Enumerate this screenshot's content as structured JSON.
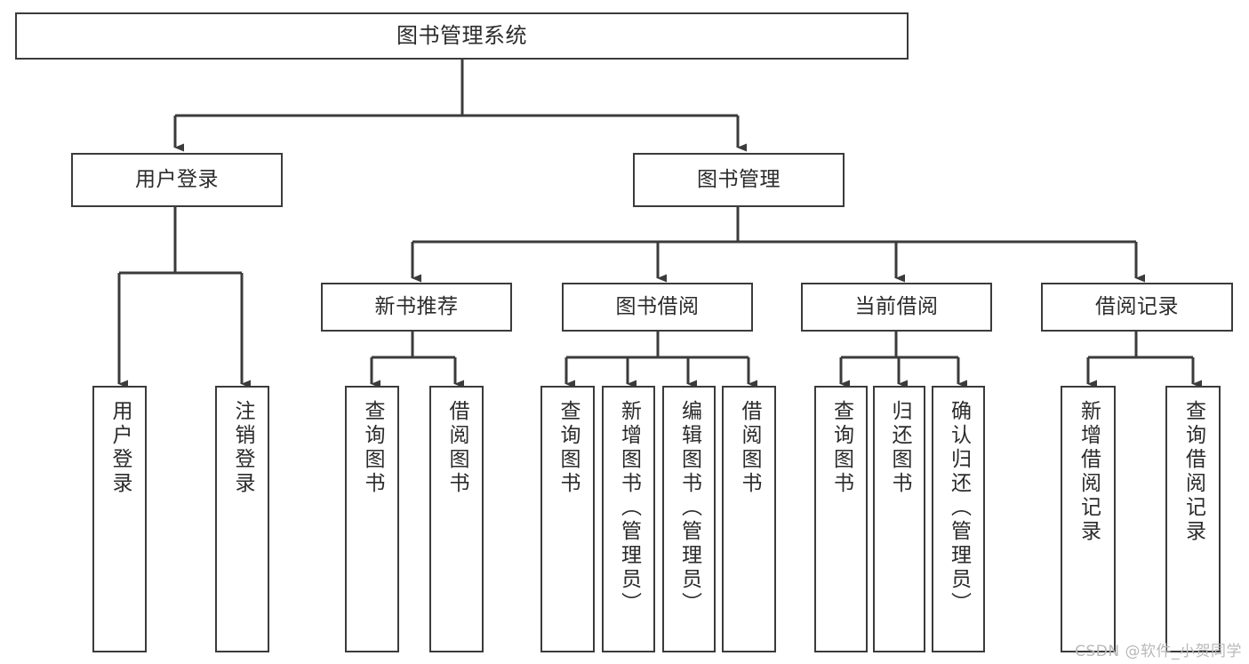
{
  "diagram": {
    "type": "tree",
    "title_node": {
      "id": "root",
      "label": "图书管理系统"
    },
    "colors": {
      "stroke": "#3b3b3b",
      "fill": "#ffffff",
      "text": "#2b2b2b",
      "watermark": "#b9b9b9"
    },
    "levels": {
      "level1": [
        {
          "id": "user-login",
          "label": "用户登录"
        },
        {
          "id": "book-manage",
          "label": "图书管理"
        }
      ],
      "level2": [
        {
          "id": "new-book-rec",
          "label": "新书推荐"
        },
        {
          "id": "book-borrow",
          "label": "图书借阅"
        },
        {
          "id": "current-borrow",
          "label": "当前借阅"
        },
        {
          "id": "borrow-record",
          "label": "借阅记录"
        }
      ],
      "level3": [
        {
          "id": "leaf-user-login",
          "label": "用户登录",
          "parent": "user-login"
        },
        {
          "id": "leaf-user-logout",
          "label": "注销登录",
          "parent": "user-login"
        },
        {
          "id": "leaf-query-book-1",
          "label": "查询图书",
          "parent": "new-book-rec"
        },
        {
          "id": "leaf-borrow-book-1",
          "label": "借阅图书",
          "parent": "new-book-rec"
        },
        {
          "id": "leaf-query-book-2",
          "label": "查询图书",
          "parent": "book-borrow"
        },
        {
          "id": "leaf-add-book",
          "label": "新增图书（管理员）",
          "parent": "book-borrow"
        },
        {
          "id": "leaf-edit-book",
          "label": "编辑图书（管理员）",
          "parent": "book-borrow"
        },
        {
          "id": "leaf-borrow-book-2",
          "label": "借阅图书",
          "parent": "book-borrow"
        },
        {
          "id": "leaf-query-book-3",
          "label": "查询图书",
          "parent": "current-borrow"
        },
        {
          "id": "leaf-return-book",
          "label": "归还图书",
          "parent": "current-borrow"
        },
        {
          "id": "leaf-confirm-return",
          "label": "确认归还（管理员）",
          "parent": "current-borrow"
        },
        {
          "id": "leaf-add-record",
          "label": "新增借阅记录",
          "parent": "borrow-record"
        },
        {
          "id": "leaf-query-record",
          "label": "查询借阅记录",
          "parent": "borrow-record"
        }
      ]
    }
  },
  "watermark": {
    "text": "CSDN @软件_小贺同学"
  }
}
